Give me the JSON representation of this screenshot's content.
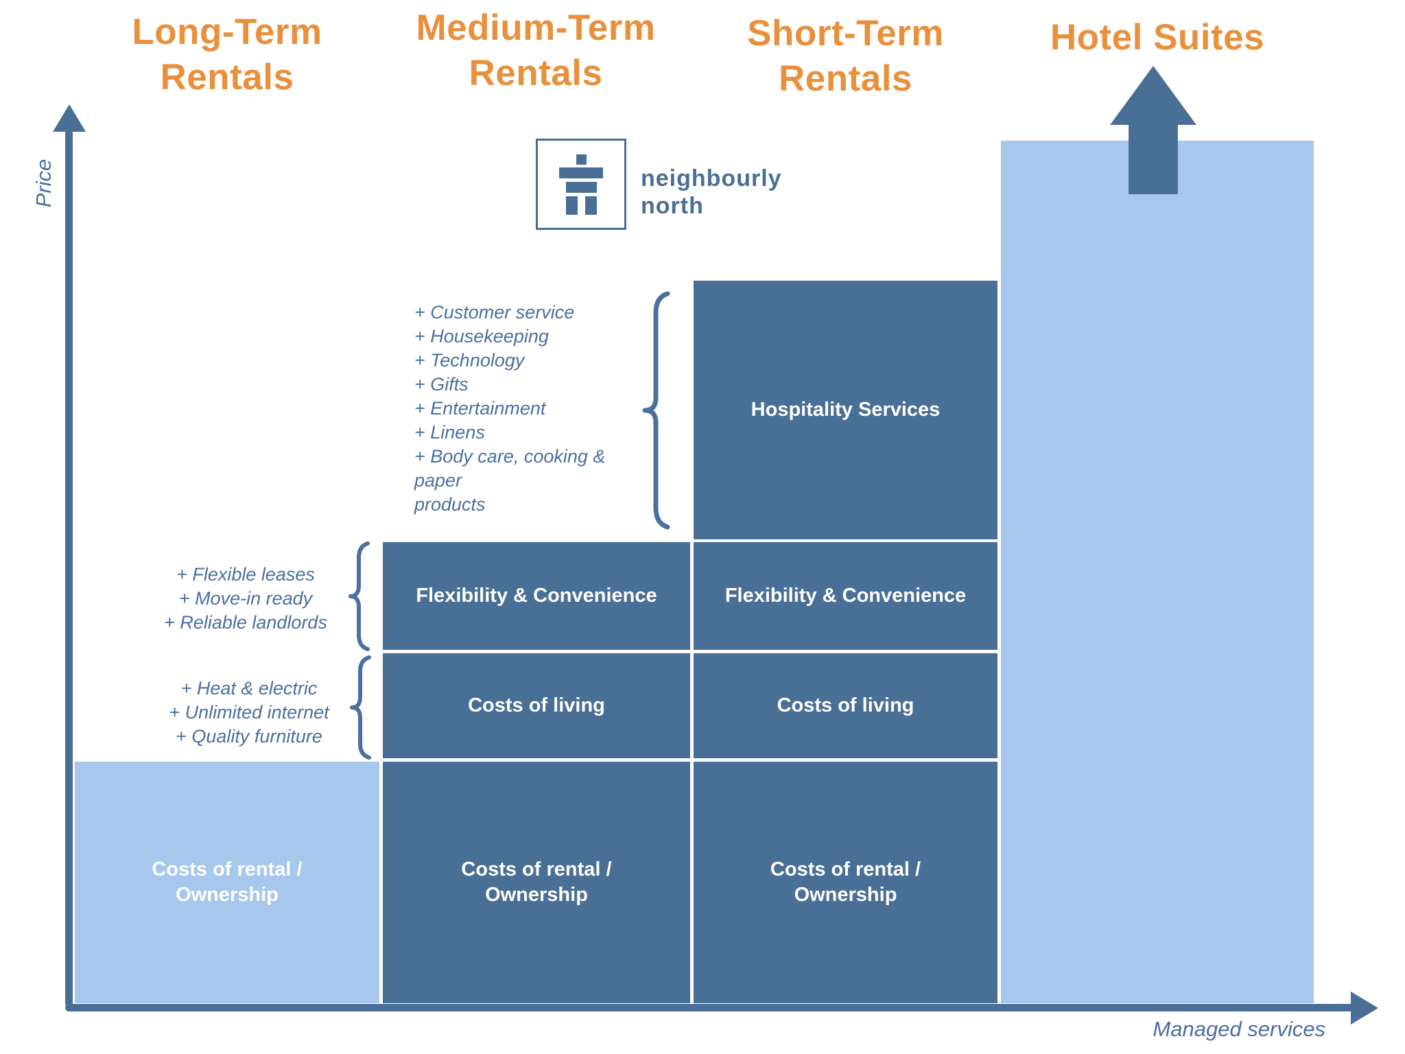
{
  "palette": {
    "orange": "#E8903C",
    "bar-dark": "#4A6F96",
    "bar-light": "#A7C7ED",
    "ink": "#4A70A0"
  },
  "headers": {
    "long": "Long-Term Rentals",
    "medium": "Medium-Term Rentals",
    "short": "Short-Term Rentals",
    "hotel": "Hotel Suites"
  },
  "axes": {
    "y": "Price",
    "x": "Managed services"
  },
  "logo": {
    "wordmark": "neighbourly\nnorth"
  },
  "bars": {
    "rental_label": "Costs of rental /\nOwnership",
    "living_label": "Costs of living",
    "flex_label": "Flexibility & Convenience",
    "hospitality_label": "Hospitality Services"
  },
  "annotations": {
    "hospitality": [
      "+ Customer service",
      "+ Housekeeping",
      "+ Technology",
      "+ Gifts",
      "+ Entertainment",
      "+ Linens",
      "+ Body care, cooking &",
      "paper",
      "products"
    ],
    "flexibility": [
      "+ Flexible leases",
      "+ Move-in ready",
      "+ Reliable landlords"
    ],
    "living": [
      "+ Heat & electric",
      "+ Unlimited internet",
      "+ Quality furniture"
    ]
  },
  "chart_data": {
    "type": "bar",
    "stacked": true,
    "xlabel": "Managed services",
    "ylabel": "Price",
    "categories": [
      "Long-Term Rentals",
      "Medium-Term Rentals",
      "Short-Term Rentals",
      "Hotel Suites"
    ],
    "series": [
      {
        "name": "Costs of rental / Ownership",
        "relative_height": 0.28,
        "applies_to": [
          "Long-Term Rentals",
          "Medium-Term Rentals",
          "Short-Term Rentals"
        ]
      },
      {
        "name": "Costs of living",
        "relative_height": 0.12,
        "applies_to": [
          "Medium-Term Rentals",
          "Short-Term Rentals"
        ]
      },
      {
        "name": "Flexibility & Convenience",
        "relative_height": 0.125,
        "applies_to": [
          "Medium-Term Rentals",
          "Short-Term Rentals"
        ]
      },
      {
        "name": "Hospitality Services",
        "relative_height": 0.3,
        "applies_to": [
          "Short-Term Rentals"
        ]
      }
    ],
    "special": {
      "Hotel Suites": "single unsegmented bar spanning full height with upward arrow indicating price continues higher"
    },
    "legend_position": "none",
    "grid": false
  }
}
